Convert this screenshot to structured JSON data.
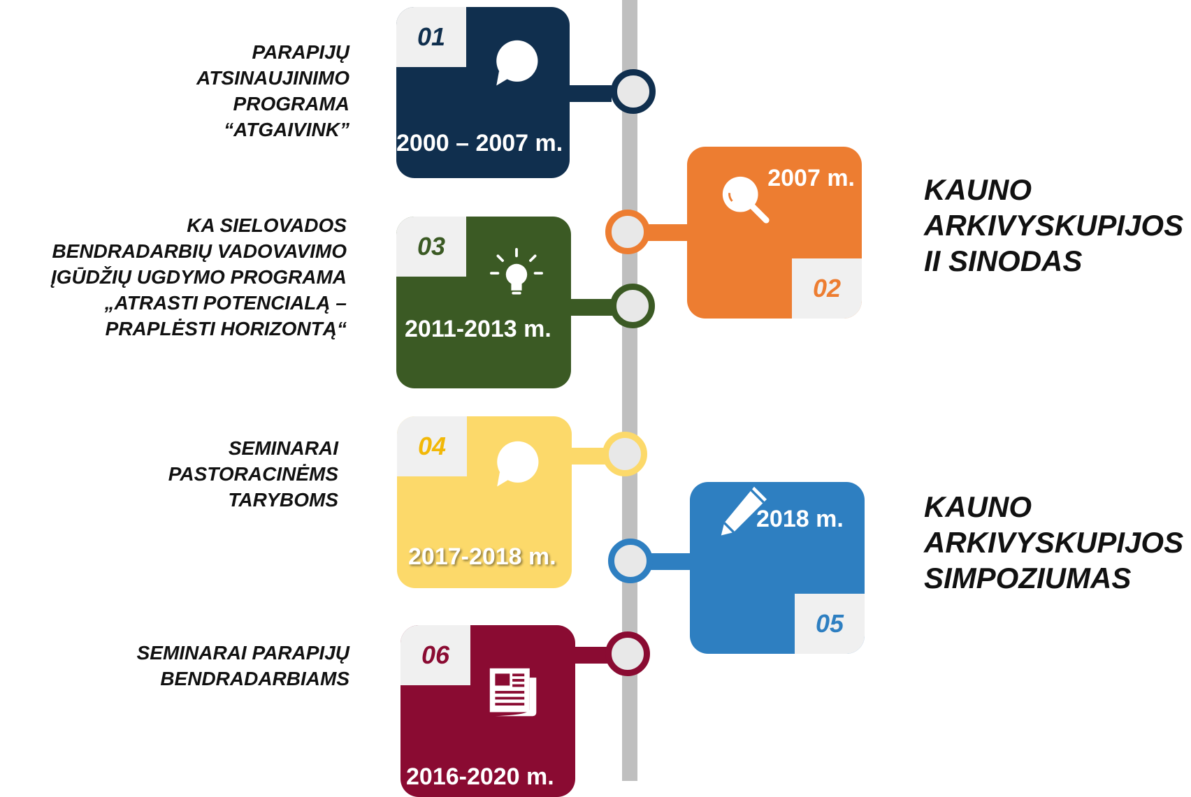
{
  "colors": {
    "navy": "#102f4e",
    "orange": "#ed7d31",
    "green": "#3b5a24",
    "yellow": "#fcd96a",
    "yellow_text": "#f2b807",
    "blue": "#2e7fc1",
    "maroon": "#8a0b32",
    "axis": "#bfbfbf"
  },
  "items": [
    {
      "number": "01",
      "year": "2000 – 2007 m.",
      "icon": "speech-bubble-icon",
      "label": "PARAPIJŲ\nATSINAUJINIMO\nPROGRAMA\n“ATGAIVINK”"
    },
    {
      "number": "02",
      "year": "2007 m.",
      "icon": "magnifier-icon",
      "label": "KAUNO\nARKIVYSKUPIJOS\nII SINODAS"
    },
    {
      "number": "03",
      "year": "2011-2013 m.",
      "icon": "lightbulb-icon",
      "label": "KA SIELOVADOS\nBENDRADARBIŲ VADOVAVIMO\nĮGŪDŽIŲ UGDYMO PROGRAMA\n„ATRASTI POTENCIALĄ –\nPRAPLĖSTI HORIZONTĄ“"
    },
    {
      "number": "04",
      "year": "2017-2018 m.",
      "icon": "speech-bubble-icon",
      "label": "SEMINARAI\nPASTORACINĖMS\nTARYBOMS"
    },
    {
      "number": "05",
      "year": "2018 m.",
      "icon": "pencil-icon",
      "label": "KAUNO\nARKIVYSKUPIJOS\nSIMPOZIUMAS"
    },
    {
      "number": "06",
      "year": "2016-2020 m.",
      "icon": "newspaper-icon",
      "label": "SEMINARAI PARAPIJŲ\nBENDRADARBIAMS"
    }
  ]
}
